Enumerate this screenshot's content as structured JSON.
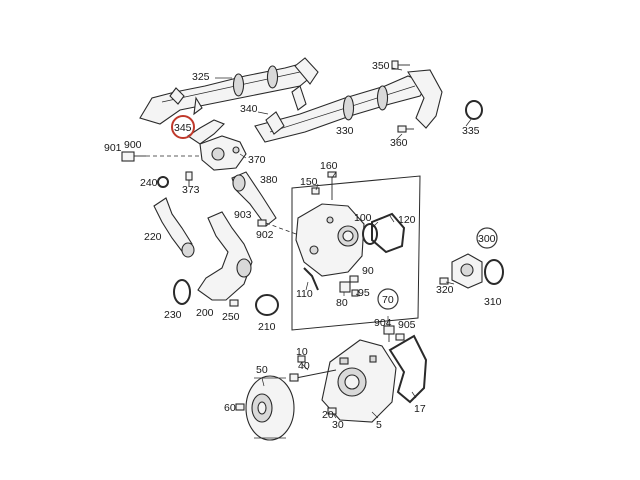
{
  "labels": {
    "p325": "325",
    "p340": "340",
    "p345": "345",
    "p350": "350",
    "p330": "330",
    "p335": "335",
    "p360": "360",
    "p901": "901",
    "p900": "900",
    "p370": "370",
    "p240": "240",
    "p373": "373",
    "p380": "380",
    "p160": "160",
    "p150": "150",
    "p100": "100",
    "p120": "120",
    "p903": "903",
    "p902": "902",
    "p220": "220",
    "p300": "300",
    "p90": "90",
    "p110": "110",
    "p80": "80",
    "p95": "95",
    "p320": "320",
    "p310": "310",
    "p70": "70",
    "p230": "230",
    "p200": "200",
    "p250": "250",
    "p210": "210",
    "p904": "904",
    "p905": "905",
    "p50": "50",
    "p40": "40",
    "p10": "10",
    "p60": "60",
    "p20": "20",
    "p30": "30",
    "p5": "5",
    "p17": "17"
  },
  "highlight": {
    "part": "345",
    "color": "#c0392b"
  },
  "callout_circles": [
    "300",
    "70"
  ]
}
